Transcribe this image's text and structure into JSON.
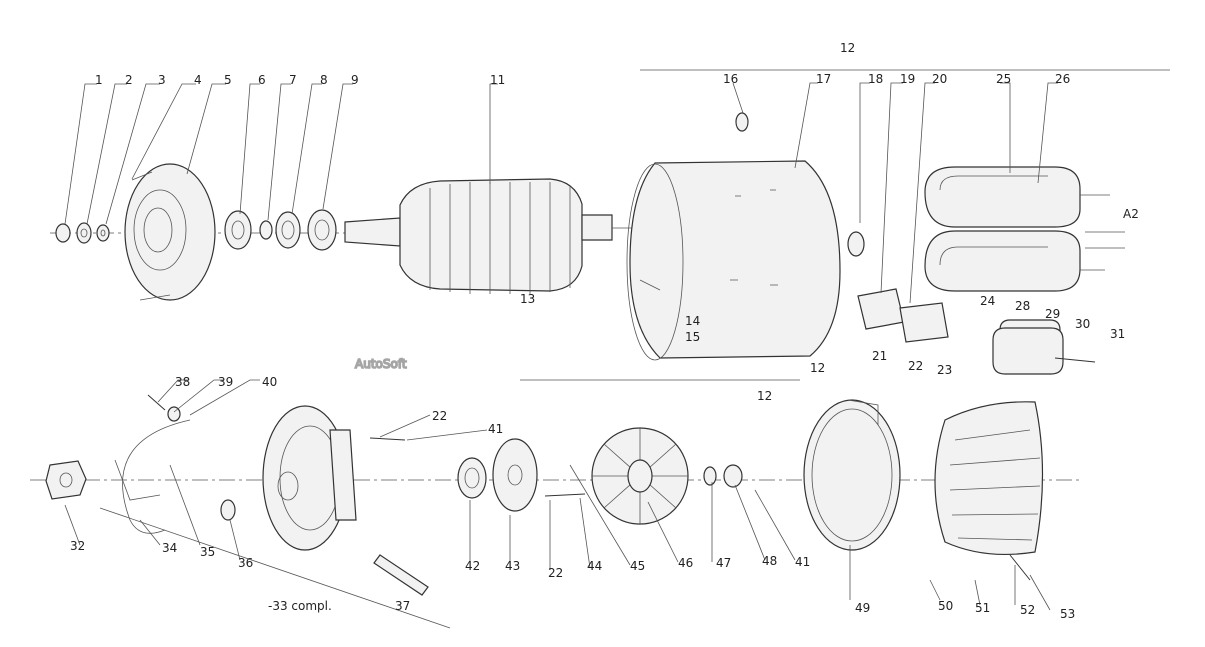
{
  "watermark": "AutoSoft",
  "callouts": [
    "1",
    "2",
    "3",
    "4",
    "5",
    "6",
    "7",
    "8",
    "9",
    "11",
    "12",
    "12",
    "12",
    "13",
    "14",
    "15",
    "16",
    "17",
    "18",
    "19",
    "20",
    "21",
    "22",
    "22",
    "22",
    "23",
    "24",
    "25",
    "26",
    "28",
    "29",
    "30",
    "31",
    "32",
    "34",
    "35",
    "36",
    "37",
    "38",
    "39",
    "40",
    "41",
    "41",
    "42",
    "43",
    "44",
    "45",
    "46",
    "47",
    "48",
    "49",
    "50",
    "51",
    "52",
    "53",
    "A2",
    "-33 compl."
  ]
}
